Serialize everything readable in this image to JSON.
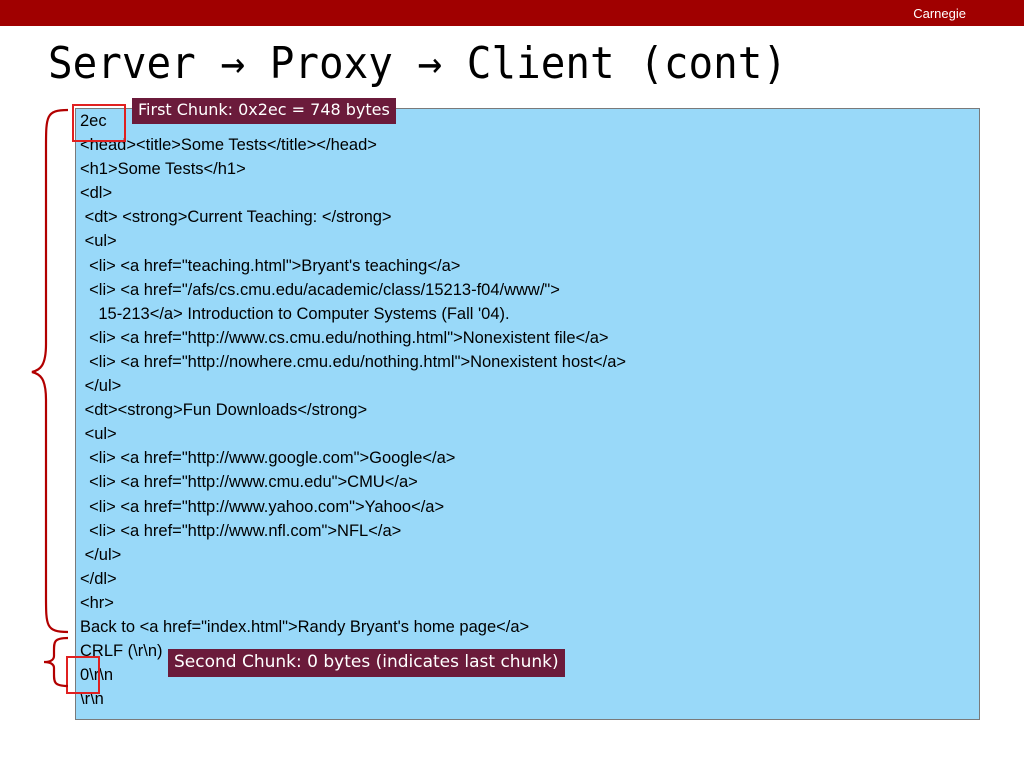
{
  "header": {
    "brand": "Carnegie",
    "title": "Server → Proxy → Client (cont)"
  },
  "code_lines": [
    "2ec",
    "<head><title>Some Tests</title></head>",
    "<h1>Some Tests</h1>",
    "<dl>",
    " <dt> <strong>Current Teaching: </strong>",
    " <ul>",
    "  <li> <a href=\"teaching.html\">Bryant's teaching</a>",
    "  <li> <a href=\"/afs/cs.cmu.edu/academic/class/15213-f04/www/\">",
    "    15-213</a> Introduction to Computer Systems (Fall '04).",
    "  <li> <a href=\"http://www.cs.cmu.edu/nothing.html\">Nonexistent file</a>",
    "  <li> <a href=\"http://nowhere.cmu.edu/nothing.html\">Nonexistent host</a>",
    " </ul>",
    " <dt><strong>Fun Downloads</strong>",
    " <ul>",
    "  <li> <a href=\"http://www.google.com\">Google</a>",
    "  <li> <a href=\"http://www.cmu.edu\">CMU</a>",
    "  <li> <a href=\"http://www.yahoo.com\">Yahoo</a>",
    "  <li> <a href=\"http://www.nfl.com\">NFL</a>",
    " </ul>",
    "</dl>",
    "<hr>",
    "Back to <a href=\"index.html\">Randy Bryant's home page</a>",
    "CRLF (\\r\\n)",
    "0\\r\\n",
    "\\r\\n"
  ],
  "callouts": {
    "first_chunk": "First Chunk: 0x2ec = 748 bytes",
    "second_chunk": "Second Chunk: 0 bytes (indicates last chunk)"
  },
  "colors": {
    "top_bar": "#a00000",
    "code_panel": "#99d9f9",
    "callout": "#6b1b3b",
    "highlight": "#e02020"
  }
}
